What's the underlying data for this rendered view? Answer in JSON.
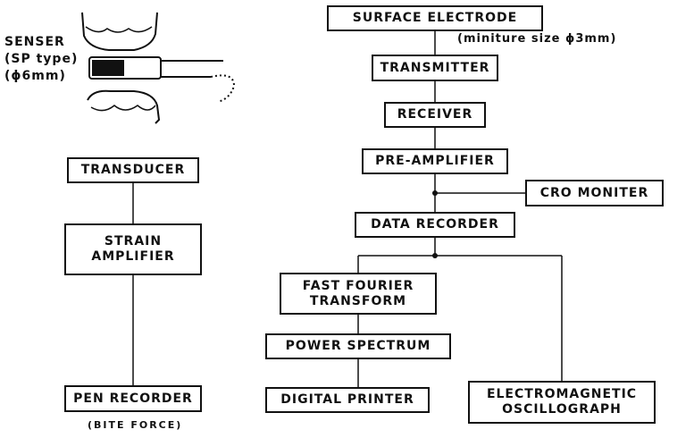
{
  "left_chain": {
    "sensor_label": "SENSER\n(SP type)\n(ϕ6mm)",
    "transducer": "TRANSDUCER",
    "strain_amplifier": "STRAIN\nAMPLIFIER",
    "pen_recorder": "PEN RECORDER",
    "pen_recorder_note": "(BITE FORCE)"
  },
  "right_chain": {
    "surface_electrode": "SURFACE ELECTRODE",
    "electrode_note": "(miniture size ϕ3mm)",
    "transmitter": "TRANSMITTER",
    "receiver": "RECEIVER",
    "pre_amplifier": "PRE-AMPLIFIER",
    "cro_moniter": "CRO MONITER",
    "data_recorder": "DATA RECORDER",
    "fast_fourier_transform": "FAST FOURIER\nTRANSFORM",
    "power_spectrum": "POWER SPECTRUM",
    "digital_printer": "DIGITAL PRINTER",
    "electromagnetic_oscillograph": "ELECTROMAGNETIC\nOSCILLOGRAPH"
  }
}
